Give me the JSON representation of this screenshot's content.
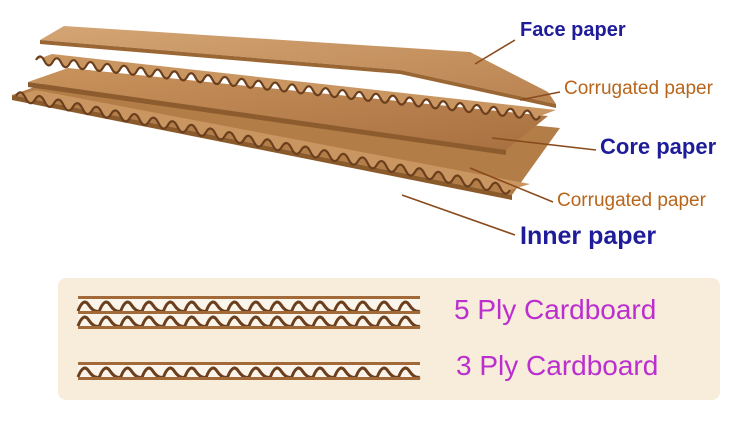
{
  "labels": {
    "face_paper": "Face paper",
    "corrugated_paper_top": "Corrugated paper",
    "core_paper": "Core paper",
    "corrugated_paper_bottom": "Corrugated paper",
    "inner_paper": "Inner paper"
  },
  "legend": {
    "five_ply": "5 Ply Cardboard",
    "three_ply": "3 Ply Cardboard"
  },
  "colors": {
    "label_blue": "#1f1c99",
    "label_orange": "#b8651b",
    "ply_magenta": "#bb2fcf",
    "panel_bg": "#f8ecdb",
    "board_light": "#c99560",
    "board_dark": "#6b3f1d",
    "board_edge": "#a26a38"
  }
}
